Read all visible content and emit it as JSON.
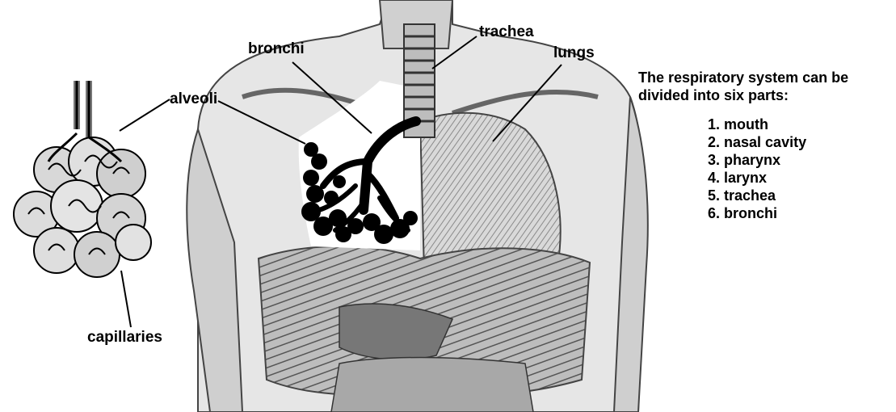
{
  "labels": {
    "trachea": "trachea",
    "bronchi": "bronchi",
    "lungs": "lungs",
    "alveoli": "alveoli",
    "capillaries": "capillaries"
  },
  "info": {
    "line1": "The respiratory system can be",
    "line2": "divided into six parts:",
    "parts": [
      "1. mouth",
      "2. nasal cavity",
      "3. pharynx",
      "4. larynx",
      "5. trachea",
      "6. bronchi"
    ]
  },
  "colors": {
    "ink": "#000000",
    "shade": "#7a7a7a",
    "light": "#c8c8c8",
    "paper": "#ffffff"
  }
}
